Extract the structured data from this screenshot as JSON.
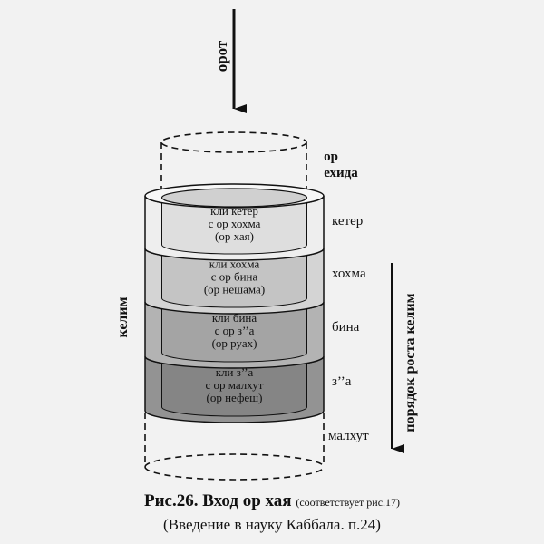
{
  "diagram": {
    "incoming_light_label": "орот",
    "top_light_label": [
      "ор",
      "ехида"
    ],
    "vessels_label": "келим",
    "growth_order_label": "порядок роста  келим",
    "layers": [
      {
        "inner_text": [
          "кли кетер",
          "с ор хохма",
          "(ор хая)"
        ],
        "side_label": "кетер",
        "fill": "#eeeeee",
        "inner_fill": "#dedede"
      },
      {
        "inner_text": [
          "кли хохма",
          "с ор бина",
          "(ор нешама)"
        ],
        "side_label": "хохма",
        "fill": "#d4d4d4",
        "inner_fill": "#c4c4c4"
      },
      {
        "inner_text": [
          "кли бина",
          "с ор з’’а",
          "(ор руах)"
        ],
        "side_label": "бина",
        "fill": "#b3b3b3",
        "inner_fill": "#a4a4a4"
      },
      {
        "inner_text": [
          "кли з’’а",
          "с ор малхут",
          "(ор нефеш)"
        ],
        "side_label": "з’’а",
        "fill": "#939393",
        "inner_fill": "#858585"
      }
    ],
    "bottom_label": "малхут"
  },
  "caption": {
    "title": "Рис.26. Вход ор хая",
    "note": "(соответствует рис.17)",
    "source": "(Введение в науку Каббала. п.24)"
  }
}
